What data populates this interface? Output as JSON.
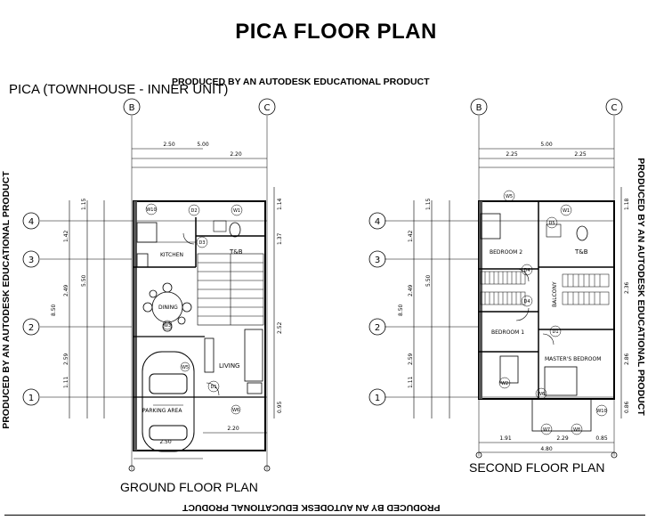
{
  "page_title": "PICA FLOOR PLAN",
  "subtitle": "PICA (TOWNHOUSE - INNER UNIT)",
  "watermark": "PRODUCED BY AN AUTODESK EDUCATIONAL PRODUCT",
  "ground_floor": {
    "label": "GROUND FLOOR PLAN",
    "grid_cols": [
      "B",
      "C"
    ],
    "grid_rows": [
      "4",
      "3",
      "2",
      "1"
    ],
    "top_dims": [
      "2.50",
      "5.00",
      "2.20"
    ],
    "left_dims": [
      "1.15",
      "1.42",
      "2.49",
      "8.50",
      "2.59",
      "1.11",
      "5.50"
    ],
    "right_dims": [
      "1.14",
      "1.37",
      "2.52",
      "0.95"
    ],
    "bottom_dims": [
      "2.20",
      "2.50"
    ],
    "rooms": {
      "kitchen": "KITCHEN",
      "tb": "T&B",
      "dining": "DINING",
      "living": "LIVING",
      "parking": "PARKING AREA"
    },
    "tags": {
      "w10": "W10",
      "d2": "D2",
      "w1": "W1",
      "d3": "D3",
      "w3": "W3",
      "w5": "W5",
      "d1": "D1",
      "w6": "W6"
    }
  },
  "second_floor": {
    "label": "SECOND FLOOR PLAN",
    "grid_cols": [
      "B",
      "C"
    ],
    "grid_rows": [
      "4",
      "3",
      "2",
      "1"
    ],
    "top_dims": [
      "5.00",
      "2.25",
      "2.25"
    ],
    "left_dims": [
      "1.15",
      "1.42",
      "2.49",
      "8.50",
      "2.59",
      "1.11",
      "5.50"
    ],
    "right_dims": [
      "1.18",
      "2.36",
      "2.86",
      "0.86"
    ],
    "bottom_dims": [
      "1.91",
      "2.29",
      "0.85",
      "4.80"
    ],
    "rooms": {
      "bedroom2": "BEDROOM 2",
      "tb": "T&B",
      "balcony": "BALCONY",
      "bedroom1": "BEDROOM 1",
      "master": "MASTER'S BEDROOM"
    },
    "tags": {
      "w5": "W5",
      "d5": "D5",
      "w1": "W1",
      "d4a": "D4",
      "d4b": "D4",
      "d1": "D1",
      "w2": "W2",
      "w6": "W6",
      "w7": "W7",
      "w8": "W8",
      "w10": "W10"
    }
  }
}
